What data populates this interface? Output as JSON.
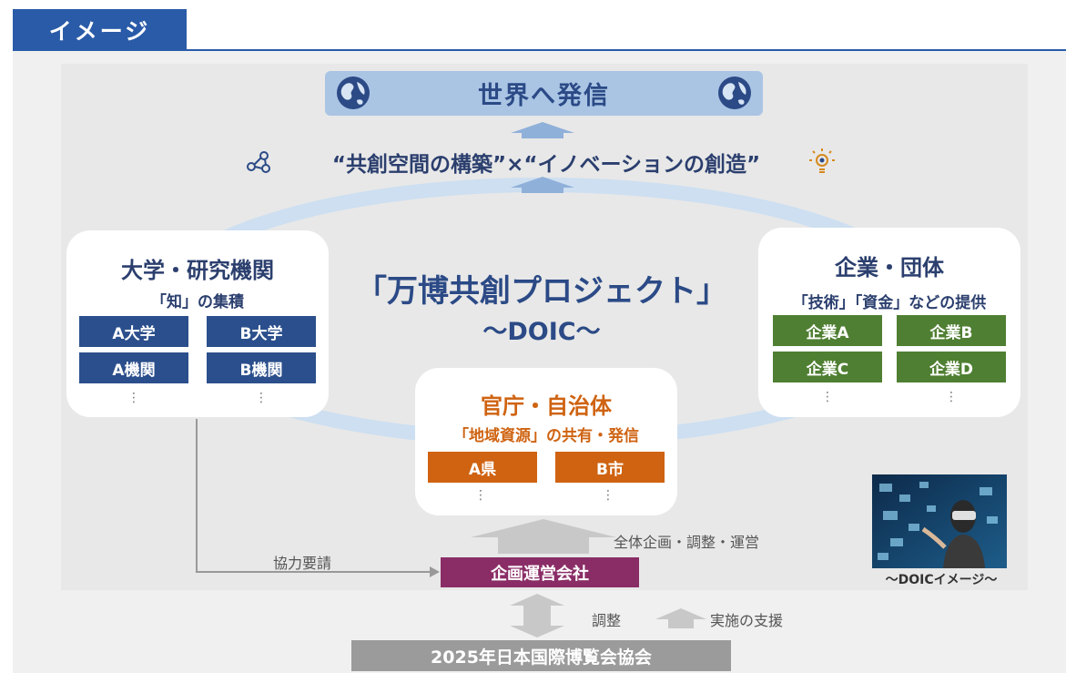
{
  "header": {
    "title": "イメージ"
  },
  "top": {
    "world_label": "世界へ発信",
    "slogan": "“共創空間の構築”×“イノベーションの創造”"
  },
  "center": {
    "title": "「万博共創プロジェクト」",
    "subtitle": "～DOIC～"
  },
  "left_card": {
    "title": "大学・研究機関",
    "subtitle": "「知」の集積",
    "tiles": [
      "A大学",
      "B大学",
      "A機関",
      "B機関"
    ],
    "ellipsis": "⋮"
  },
  "right_card": {
    "title": "企業・団体",
    "subtitle": "「技術」「資金」などの提供",
    "tiles": [
      "企業A",
      "企業B",
      "企業C",
      "企業D"
    ],
    "ellipsis": "⋮"
  },
  "mid_card": {
    "title": "官庁・自治体",
    "subtitle": "「地域資源」の共有・発信",
    "tiles": [
      "A県",
      "B市"
    ],
    "ellipsis": "⋮"
  },
  "flow": {
    "overall_label": "全体企画・調整・運営",
    "cooperation_label": "協力要請",
    "planning_company": "企画運営会社",
    "coordination_label": "調整",
    "support_label": "実施の支援",
    "expo_association": "2025年日本国際博覧会協会"
  },
  "photo": {
    "caption": "～DOICイメージ～"
  },
  "colors": {
    "header_blue": "#2a5ba8",
    "banner_blue": "#aac4e4",
    "university_blue": "#2b4f8c",
    "company_green": "#4f7f32",
    "government_orange": "#cf6311",
    "planning_purple": "#8a2d66",
    "expo_gray": "#9b9b9b"
  }
}
